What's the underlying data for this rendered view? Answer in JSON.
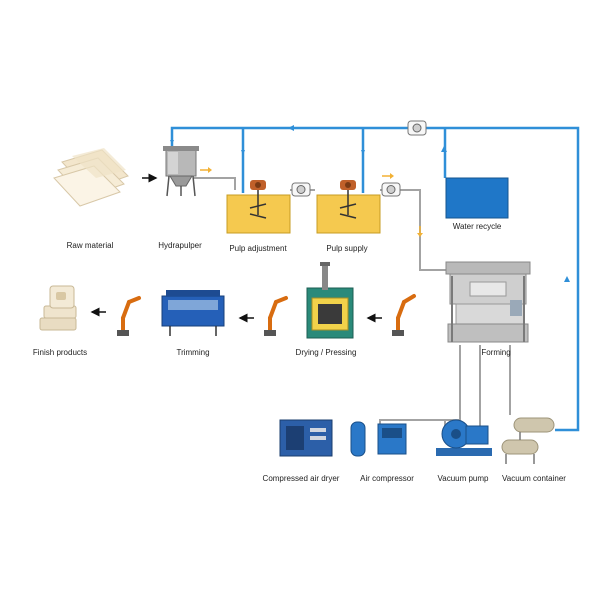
{
  "labels": {
    "raw_material": "Raw material",
    "hydrapulper": "Hydrapulper",
    "pulp_adjustment": "Pulp adjustment",
    "pulp_supply": "Pulp supply",
    "water_recycle": "Water recycle",
    "forming": "Forming",
    "drying_pressing": "Drying / Pressing",
    "trimming": "Trimming",
    "finish_products": "Finish products",
    "compressed_air_dryer": "Compressed air dryer",
    "air_compressor": "Air compressor",
    "vacuum_pump": "Vacuum pump",
    "vacuum_container": "Vacuum container"
  },
  "colors": {
    "water_pipe": "#2f8fd8",
    "pulp_pipe": "#9a9a9a",
    "tank_fill": "#f5c94f",
    "water_tank": "#1f77c8",
    "flow_arrow_water": "#2f8fd8",
    "flow_arrow_pulp": "#f2b134",
    "robot": "#e87a1a",
    "machine_blue": "#1f5fb8"
  }
}
